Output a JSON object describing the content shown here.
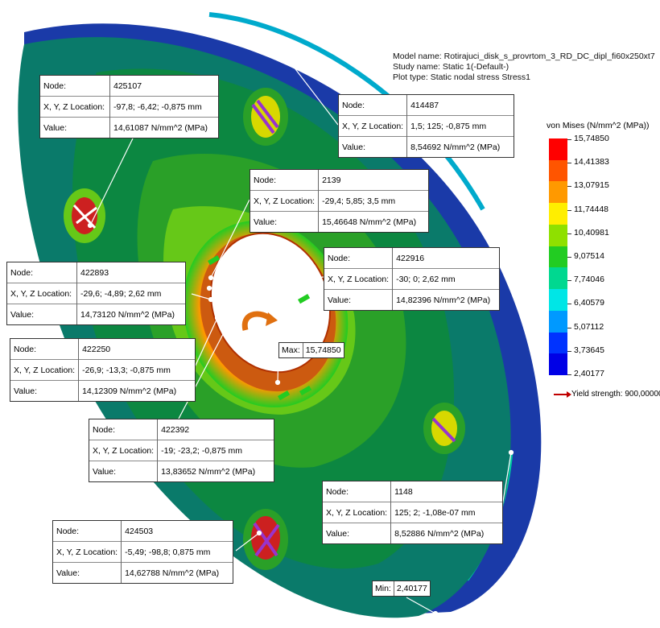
{
  "header": {
    "model_name": "Model name: Rotirajuci_disk_s_provrtom_3_RD_DC_dipl_fi60x250xt7",
    "study_name": "Study name: Static 1(-Default-)",
    "plot_type": "Plot type: Static nodal stress Stress1"
  },
  "legend": {
    "title": "von Mises (N/mm^2 (MPa))",
    "values": [
      "15,74850",
      "14,41383",
      "13,07915",
      "11,74448",
      "10,40981",
      "9,07514",
      "7,74046",
      "6,40579",
      "5,07112",
      "3,73645",
      "2,40177"
    ],
    "colors": [
      "#ff0000",
      "#ff5500",
      "#ff9900",
      "#ffee00",
      "#8fe000",
      "#22cc22",
      "#00d890",
      "#00e6e6",
      "#0099ff",
      "#0033ff",
      "#0000e6"
    ],
    "yield_text": "Yield strength: 900,00000"
  },
  "labels": {
    "node": "Node:",
    "location": "X, Y, Z Location:",
    "value": "Value:",
    "max": "Max:",
    "min": "Min:"
  },
  "probes": [
    {
      "node": "425107",
      "location": "-97,8; -6,42; -0,875 mm",
      "value": "14,61087 N/mm^2 (MPa)"
    },
    {
      "node": "414487",
      "location": "1,5; 125; -0,875 mm",
      "value": "8,54692 N/mm^2 (MPa)"
    },
    {
      "node": "2139",
      "location": "-29,4; 5,85; 3,5 mm",
      "value": "15,46648 N/mm^2 (MPa)"
    },
    {
      "node": "422893",
      "location": "-29,6; -4,89; 2,62 mm",
      "value": "14,73120 N/mm^2 (MPa)"
    },
    {
      "node": "422916",
      "location": "-30; 0; 2,62 mm",
      "value": "14,82396 N/mm^2 (MPa)"
    },
    {
      "node": "422250",
      "location": "-26,9; -13,3; -0,875 mm",
      "value": "14,12309 N/mm^2 (MPa)"
    },
    {
      "node": "422392",
      "location": "-19; -23,2; -0,875 mm",
      "value": "13,83652 N/mm^2 (MPa)"
    },
    {
      "node": "1148",
      "location": "125; 2; -1,08e-07 mm",
      "value": "8,52886 N/mm^2 (MPa)"
    },
    {
      "node": "424503",
      "location": "-5,49; -98,8; 0,875 mm",
      "value": "14,62788 N/mm^2 (MPa)"
    }
  ],
  "max_value": "15,74850",
  "min_value": "2,40177"
}
